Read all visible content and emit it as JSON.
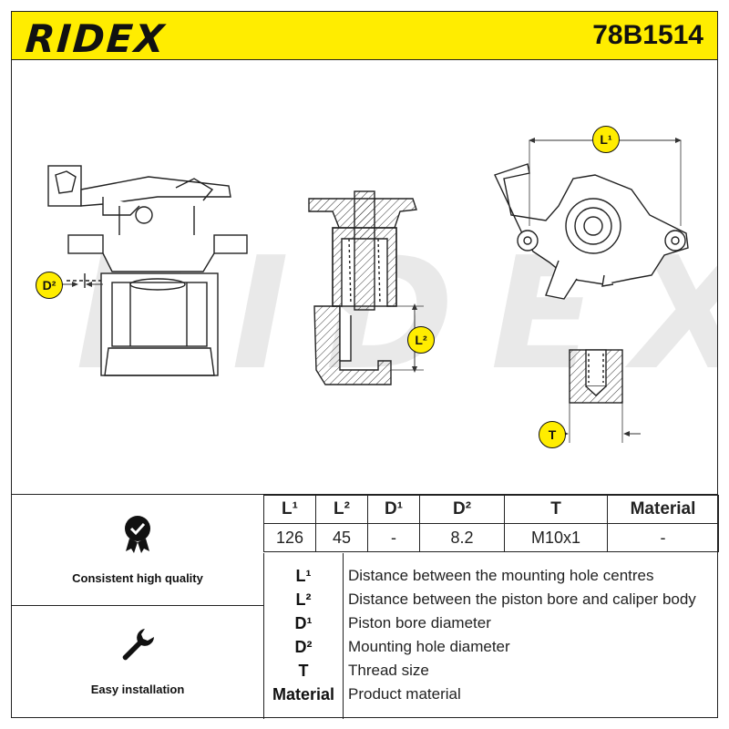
{
  "header": {
    "brand": "RIDEX",
    "part_number": "78B1514"
  },
  "diagram": {
    "watermark": "RIDEX",
    "badges": {
      "l1": "L¹",
      "l2": "L²",
      "d2": "D²",
      "t": "T"
    }
  },
  "features": [
    {
      "label": "Consistent high quality",
      "icon": "quality-badge-icon"
    },
    {
      "label": "Easy installation",
      "icon": "wrench-icon"
    }
  ],
  "spec_table": {
    "headers": [
      "L¹",
      "L²",
      "D¹",
      "D²",
      "T",
      "Material"
    ],
    "values": [
      "126",
      "45",
      "-",
      "8.2",
      "M10x1",
      "-"
    ]
  },
  "legend": [
    {
      "key": "L¹",
      "text": "Distance between the mounting hole centres"
    },
    {
      "key": "L²",
      "text": "Distance between the piston bore and caliper body"
    },
    {
      "key": "D¹",
      "text": "Piston bore diameter"
    },
    {
      "key": "D²",
      "text": "Mounting hole diameter"
    },
    {
      "key": "T",
      "text": "Thread size"
    },
    {
      "key": "Material",
      "text": "Product material"
    }
  ],
  "colors": {
    "accent": "#ffed00",
    "ink": "#111111",
    "watermark": "#e9e9e9"
  }
}
